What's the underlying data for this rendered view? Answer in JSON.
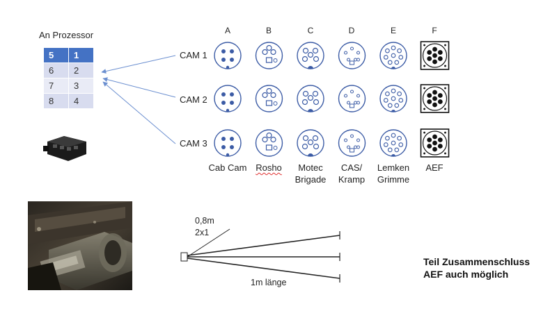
{
  "processor": {
    "title": "An Prozessor",
    "pin_rows": [
      [
        "5",
        "1"
      ],
      [
        "6",
        "2"
      ],
      [
        "7",
        "3"
      ],
      [
        "8",
        "4"
      ]
    ]
  },
  "columns": [
    "A",
    "B",
    "C",
    "D",
    "E",
    "F"
  ],
  "cams": [
    "CAM 1",
    "CAM 2",
    "CAM 3"
  ],
  "connector_labels": [
    {
      "line1": "Cab Cam",
      "line2": ""
    },
    {
      "line1": "Rosho",
      "line2": ""
    },
    {
      "line1": "Motec",
      "line2": "Brigade"
    },
    {
      "line1": "CAS/",
      "line2": "Kramp"
    },
    {
      "line1": "Lemken",
      "line2": "Grimme"
    },
    {
      "line1": "AEF",
      "line2": ""
    }
  ],
  "cable": {
    "length_short": "0,8m",
    "count": "2x1",
    "length_long": "1m länge"
  },
  "note": {
    "line1": "Teil Zusammenschluss",
    "line2": "AEF auch möglich"
  },
  "colors": {
    "accent": "#4472c4",
    "pin_blue": "#3b5ba5",
    "table_header": "#4472c4",
    "table_row": "#d8dcef"
  }
}
